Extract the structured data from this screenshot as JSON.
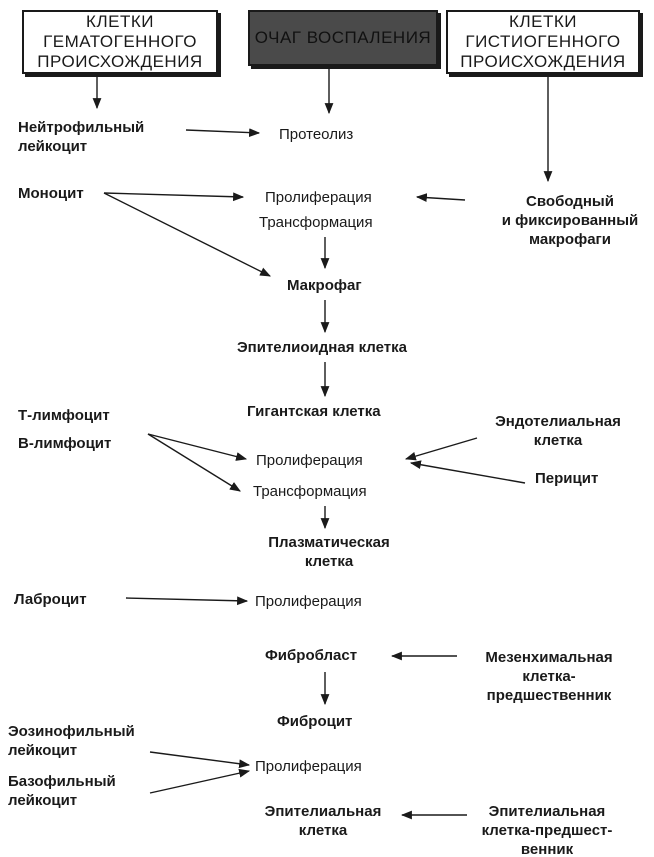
{
  "headers": {
    "hematogenous": [
      "КЛЕТКИ",
      "ГЕМАТОГЕННОГО",
      "ПРОИСХОЖДЕНИЯ"
    ],
    "focus": "ОЧАГ ВОСПАЛЕНИЯ",
    "histiogenous": [
      "КЛЕТКИ",
      "ГИСТИОГЕННОГО",
      "ПРОИСХОЖДЕНИЯ"
    ]
  },
  "left": {
    "neutrophil": [
      "Нейтрофильный",
      "лейкоцит"
    ],
    "monocyte": "Моноцит",
    "t_lymph": "Т-лимфоцит",
    "b_lymph": "В-лимфоцит",
    "labrocyte": "Лаброцит",
    "eosinophil": [
      "Эозинофильный",
      "лейкоцит"
    ],
    "basophil": [
      "Базофильный",
      "лейкоцит"
    ]
  },
  "center": {
    "proteolysis": "Протеолиз",
    "prolif1": "Пролиферация",
    "transf1": "Трансформация",
    "macrophage": "Макрофаг",
    "epithelioid": "Эпителиоидная клетка",
    "giant": "Гигантская клетка",
    "prolif2": "Пролиферация",
    "transf2": "Трансформация",
    "plasma": [
      "Плазматическая",
      "клетка"
    ],
    "prolif3": "Пролиферация",
    "fibroblast": "Фибробласт",
    "fibrocyte": "Фиброцит",
    "prolif4": "Пролиферация",
    "epithelial": [
      "Эпителиальная",
      "клетка"
    ]
  },
  "right": {
    "macrophages": [
      "Свободный",
      "и фиксированный",
      "макрофаги"
    ],
    "endothelial": [
      "Эндотелиальная",
      "клетка"
    ],
    "pericyte": "Перицит",
    "mesenchymal": [
      "Мезенхимальная",
      "клетка-",
      "предшественник"
    ],
    "epi_precursor": [
      "Эпителиальная",
      "клетка-предшест-",
      "венник"
    ]
  },
  "colors": {
    "ink": "#1a1a1a",
    "focus_fill": "#4a4a4a",
    "background": "#ffffff"
  }
}
